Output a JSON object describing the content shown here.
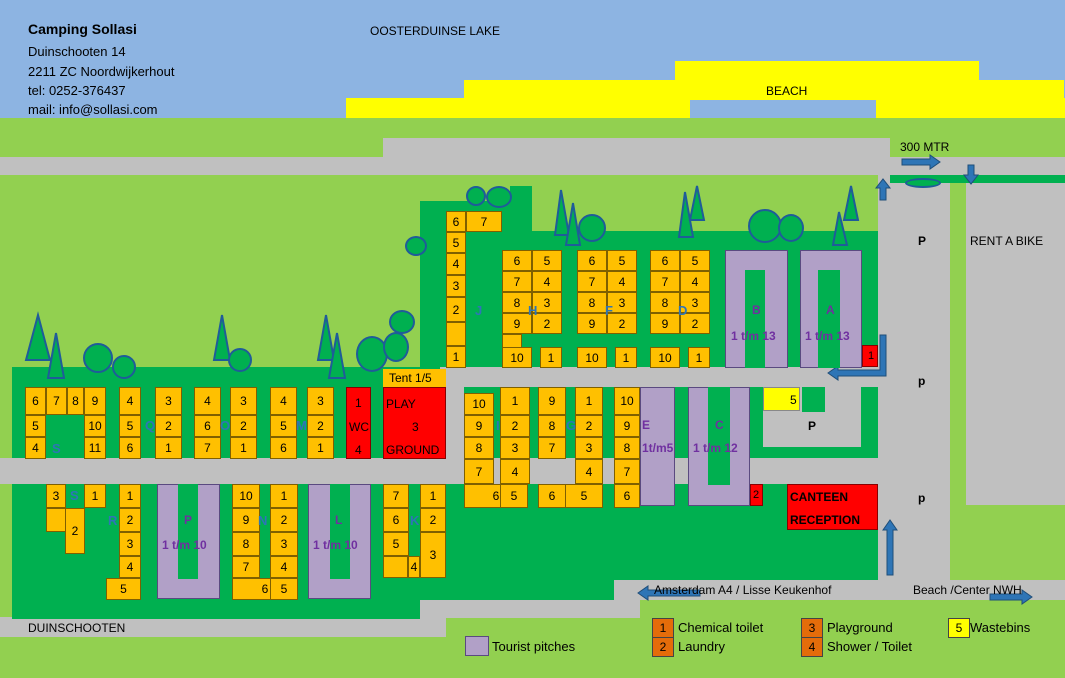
{
  "header": {
    "name": "Camping Sollasi",
    "street": "Duinschooten 14",
    "city": "2211 ZC Noordwijkerhout",
    "tel": "tel: 0252-376437",
    "mail": "mail: info@sollasi.com"
  },
  "labels": {
    "lake": "OOSTERDUINSE LAKE",
    "beach": "BEACH",
    "distance": "300 MTR",
    "rent_bike": "RENT A BIKE",
    "road_bottom": "DUINSCHOOTEN",
    "direction_left": "Amsterdam A4 /  Lisse Keukenhof",
    "direction_right": "Beach /Center NWH",
    "tent": "Tent 1/5",
    "play": "PLAY",
    "play_num": "3",
    "ground": "GROUND",
    "wc": "WC",
    "wc_top": "1",
    "wc_bottom": "4",
    "canteen": "CANTEEN",
    "reception": "RECEPTION",
    "parking": "P",
    "parking_small": "p"
  },
  "zones": {
    "A": "A",
    "B": "B",
    "C": "C",
    "D": "D",
    "E": "E",
    "F": "F",
    "G": "G",
    "H": "H",
    "I": "I",
    "J": "J",
    "K": "K",
    "L": "L",
    "M": "M",
    "N": "N",
    "O": "O",
    "P": "P",
    "Q": "Q",
    "R": "R",
    "S": "S",
    "range13": "1 t/m 13",
    "range12": "1 t/m 12",
    "range5": "1t/m5",
    "range10": "1 t/m 10"
  },
  "legend": {
    "tourist": "Tourist pitches",
    "chemical": "Chemical toilet",
    "laundry": "Laundry",
    "playground": "Playground",
    "shower": "Shower / Toilet",
    "wastebins": "Wastebins",
    "n1": "1",
    "n2": "2",
    "n3": "3",
    "n4": "4",
    "n5": "5"
  },
  "colors": {
    "sky": "#8db4e2",
    "beach": "#ffff00",
    "grass": "#92d050",
    "park": "#00b050",
    "road": "#c0c0c0",
    "pitch": "#ffc000",
    "tourist": "#b1a0c7",
    "facility": "#ff0000",
    "chemical": "#e46c0a",
    "arrow": "#2e75b6"
  }
}
